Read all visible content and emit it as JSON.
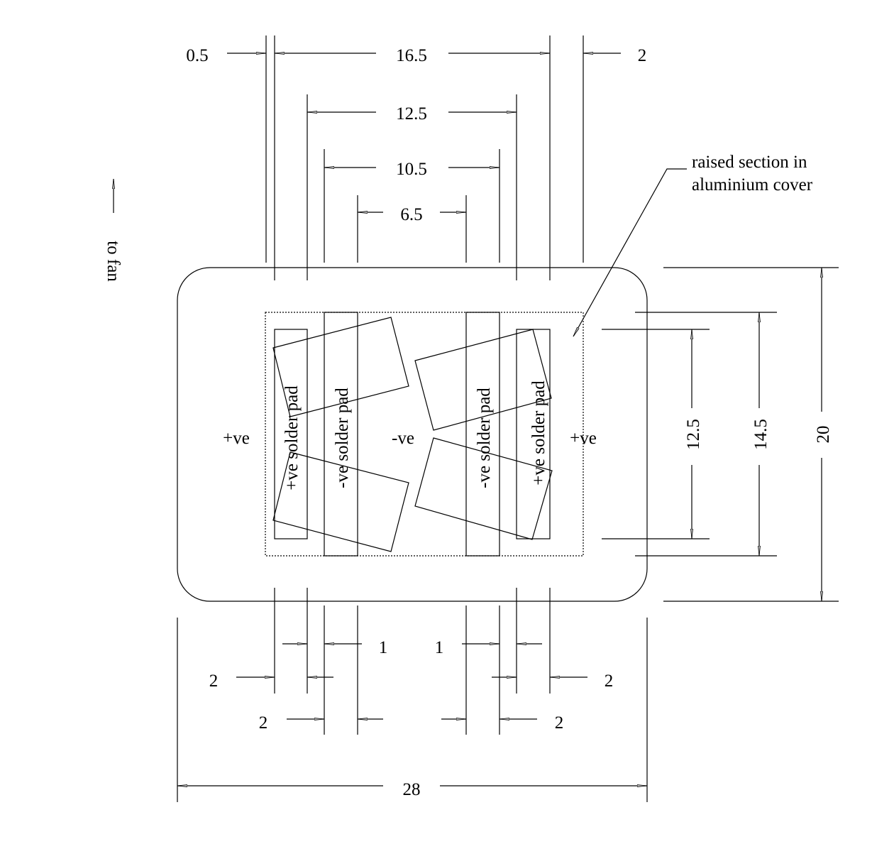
{
  "top_dims": {
    "d0_5": "0.5",
    "d16_5": "16.5",
    "d2": "2",
    "d12_5": "12.5",
    "d10_5": "10.5",
    "d6_5": "6.5"
  },
  "right_dims": {
    "d20": "20",
    "d14_5": "14.5",
    "d12_5": "12.5"
  },
  "bottom_dims": {
    "d1_left": "1",
    "d1_right": "1",
    "d2_a": "2",
    "d2_b": "2",
    "d2_c": "2",
    "d2_d": "2",
    "d28": "28"
  },
  "labels": {
    "to_fan": "to fan",
    "callout_line1": "raised section in",
    "callout_line2": "aluminium cover",
    "pos_left": "+ve",
    "neg_center": "-ve",
    "pos_right": "+ve",
    "pad1": "+ve solder pad",
    "pad2": "-ve solder pad",
    "pad3": "-ve solder pad",
    "pad4": "+ve solder pad"
  }
}
